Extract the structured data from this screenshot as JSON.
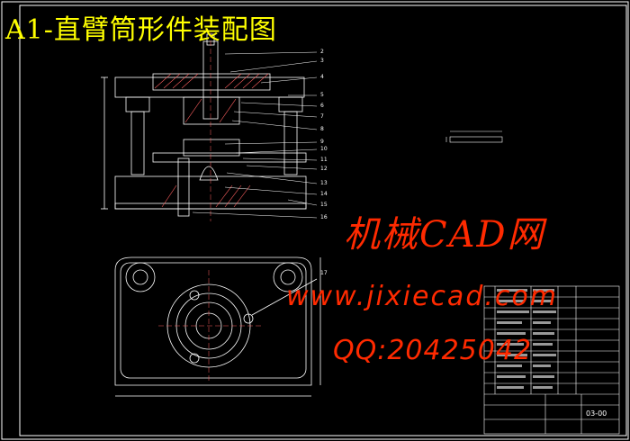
{
  "title": "A1-直臂筒形件装配图",
  "watermark": {
    "site_cn": "机械CAD网",
    "url": "www.jixiecad.com",
    "qq": "QQ:20425042"
  },
  "part_numbers": [
    "2",
    "3",
    "4",
    "5",
    "6",
    "7",
    "8",
    "9",
    "10",
    "11",
    "12",
    "13",
    "14",
    "15",
    "16",
    "17"
  ],
  "drawing_code": "03-00",
  "colors": {
    "background": "#000000",
    "frame": "#ffffff",
    "title": "#ffff00",
    "watermark": "#ff2a00"
  }
}
